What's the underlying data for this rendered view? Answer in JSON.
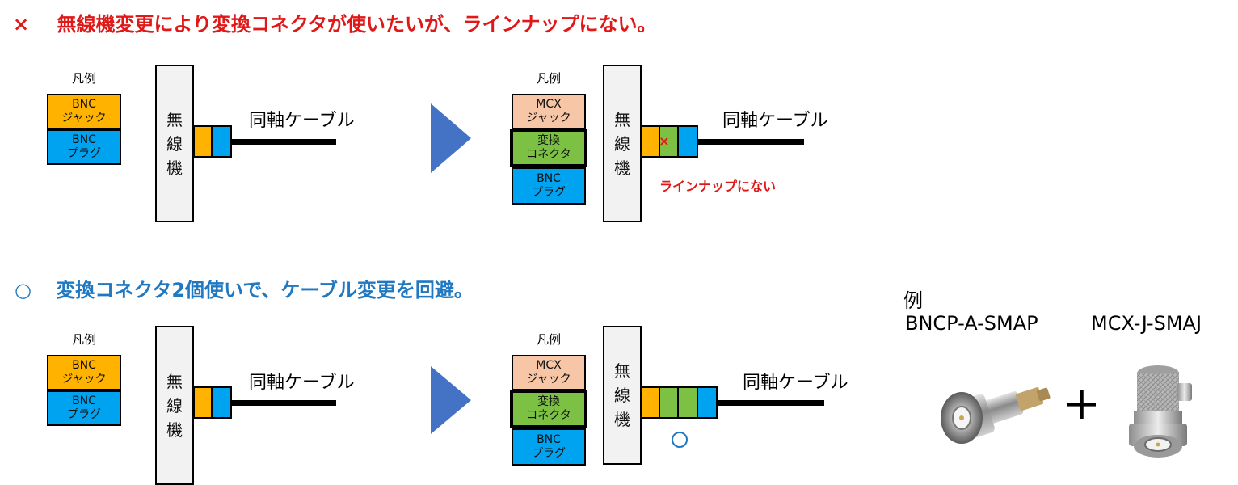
{
  "section1": {
    "mark": "×",
    "heading": "無線機変更により変換コネクタが使いたいが、ラインナップにない。",
    "before": {
      "legend_title": "凡例",
      "legend": [
        [
          "BNC",
          "ジャック"
        ],
        [
          "BNC",
          "プラグ"
        ]
      ],
      "radio": [
        "無",
        "線",
        "機"
      ],
      "cable_label": "同軸ケーブル"
    },
    "after": {
      "legend_title": "凡例",
      "legend": [
        [
          "MCX",
          "ジャック"
        ],
        [
          "変換",
          "コネクタ"
        ],
        [
          "BNC",
          "プラグ"
        ]
      ],
      "radio": [
        "無",
        "線",
        "機"
      ],
      "cable_label": "同軸ケーブル",
      "cross_mark": "×",
      "note": "ラインナップにない"
    }
  },
  "section2": {
    "mark": "○",
    "heading": "変換コネクタ2個使いで、ケーブル変更を回避。",
    "before": {
      "legend_title": "凡例",
      "legend": [
        [
          "BNC",
          "ジャック"
        ],
        [
          "BNC",
          "プラグ"
        ]
      ],
      "radio": [
        "無",
        "線",
        "機"
      ],
      "cable_label": "同軸ケーブル"
    },
    "after": {
      "legend_title": "凡例",
      "legend": [
        [
          "MCX",
          "ジャック"
        ],
        [
          "変換",
          "コネクタ"
        ],
        [
          "BNC",
          "プラグ"
        ]
      ],
      "radio": [
        "無",
        "線",
        "機"
      ],
      "cable_label": "同軸ケーブル"
    }
  },
  "example": {
    "label": "例",
    "product1": "BNCP-A-SMAP",
    "product2": "MCX-J-SMAJ",
    "plus": "+"
  },
  "colors": {
    "red": "#e01818",
    "blue_text": "#1f78c1",
    "orange": "#ffb300",
    "blue": "#00a3ef",
    "salmon": "#f7c6a7",
    "green": "#7cc143",
    "arrow": "#4472c4"
  }
}
